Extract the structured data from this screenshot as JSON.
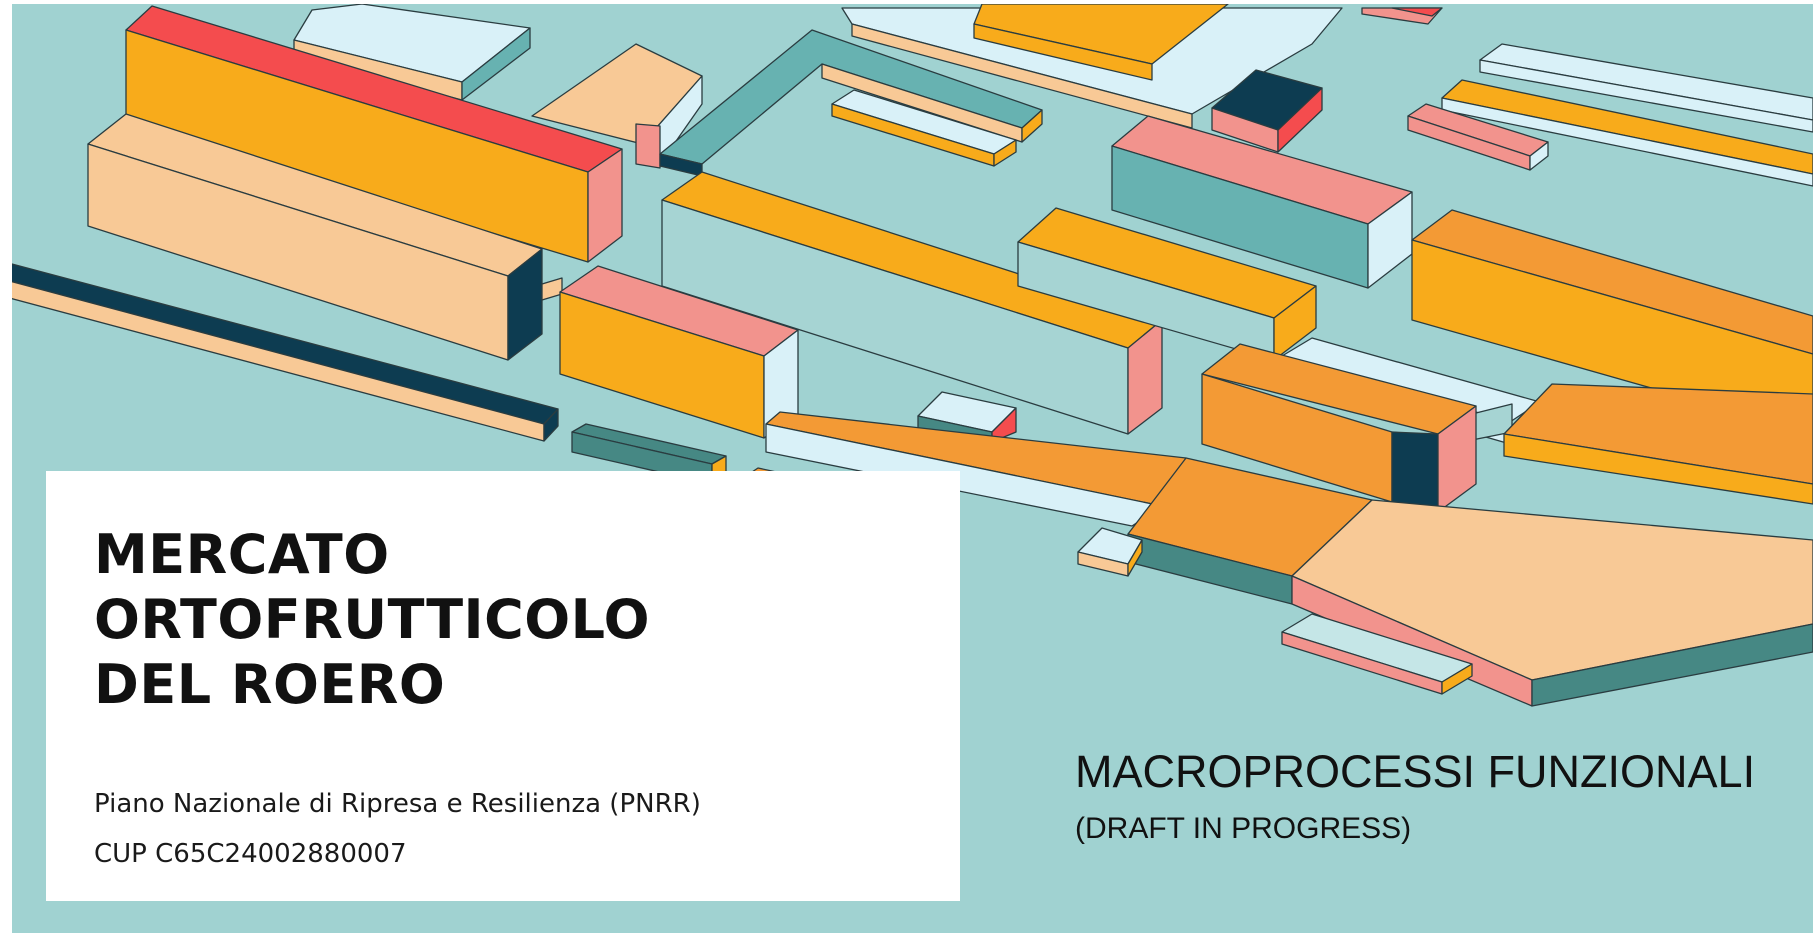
{
  "palette": {
    "background": "#a0d2d1",
    "card": "#ffffff",
    "orange": "#f8ab1b",
    "deep_orange": "#f39a35",
    "peach": "#f8c996",
    "coral": "#f2938d",
    "red": "#f44c4e",
    "teal": "#67b2b1",
    "dark_teal": "#468884",
    "navy": "#0d3c51",
    "ice": "#d9f1f8"
  },
  "title": {
    "line1": "MERCATO",
    "line2": "ORTOFRUTTICOLO",
    "line3": "DEL ROERO"
  },
  "info": {
    "program": "Piano Nazionale di Ripresa e Resilienza (PNRR)",
    "cup": "CUP C65C24002880007"
  },
  "subtitle": "MACROPROCESSI FUNZIONALI",
  "draft_note": "(DRAFT IN PROGRESS)"
}
